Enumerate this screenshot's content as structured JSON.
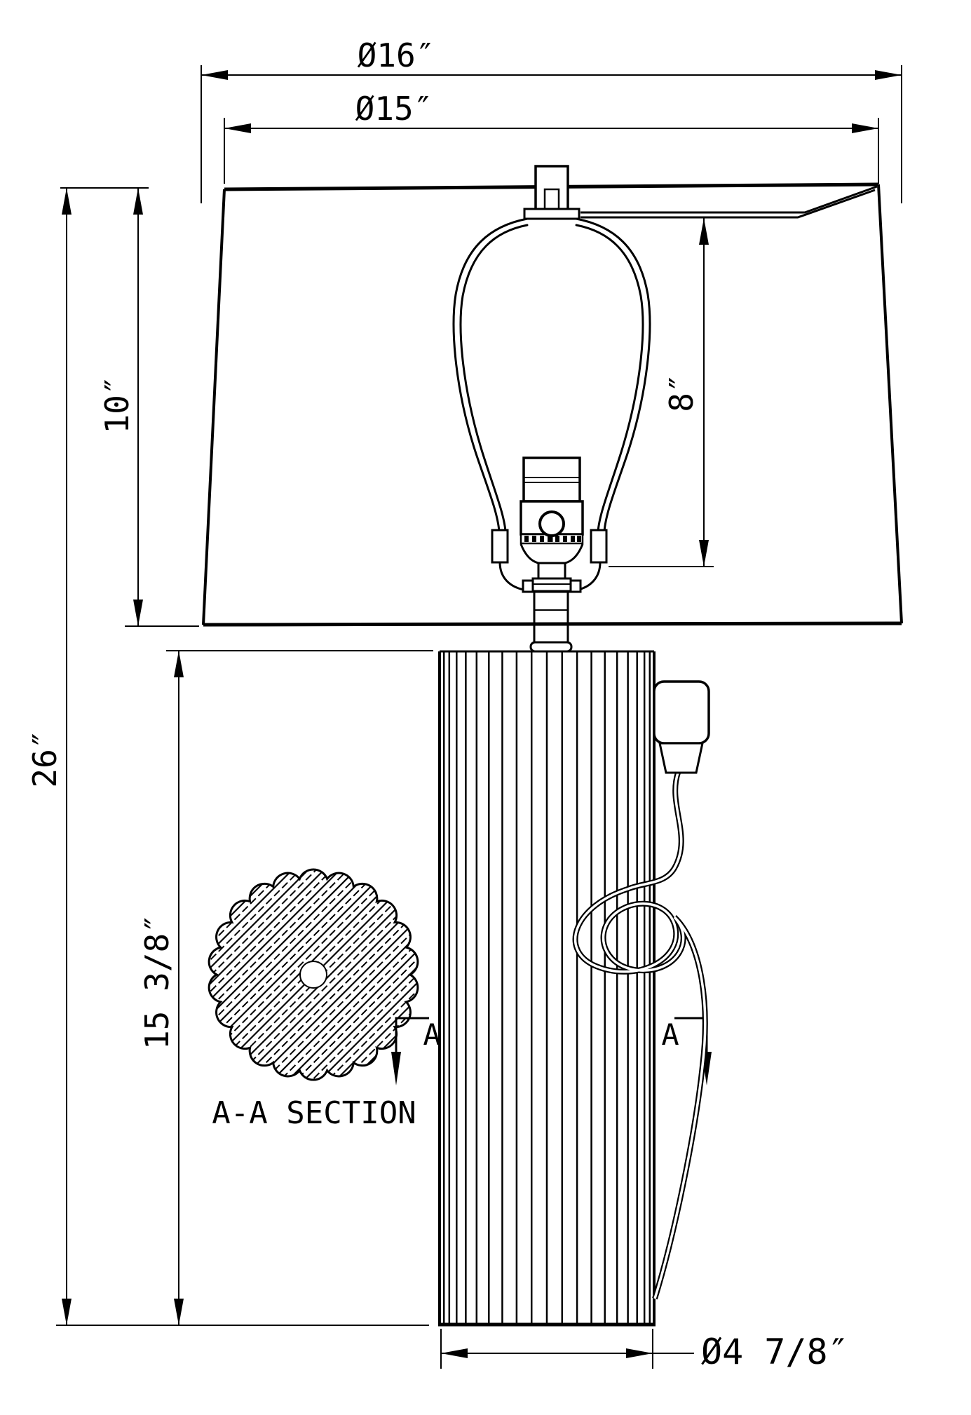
{
  "labels": {
    "shade_bottom_diameter": "Ø16″",
    "shade_top_diameter": "Ø15″",
    "shade_height": "10″",
    "overall_height": "26″",
    "harp_height": "8″",
    "base_height": "15 3/8″",
    "base_diameter": "Ø4 7/8″",
    "section_title": "A-A SECTION",
    "section_marker_left": "A",
    "section_marker_right": "A"
  },
  "colors": {
    "line": "#000000",
    "background": "#ffffff"
  }
}
